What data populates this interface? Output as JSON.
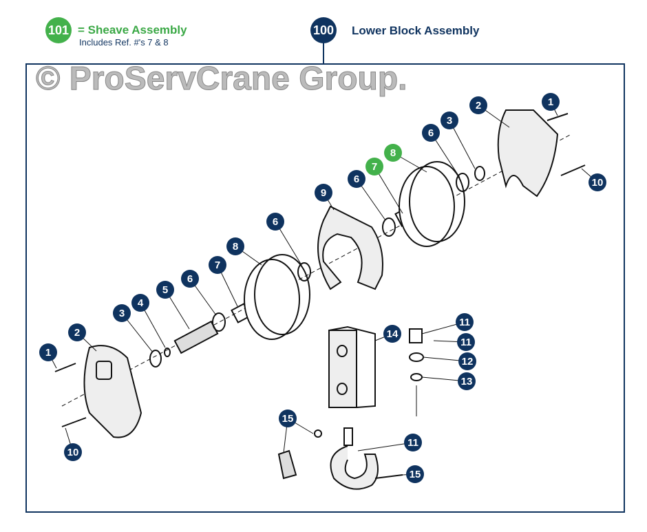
{
  "legend": {
    "sheave_ref": "101",
    "sheave_label": "= Sheave Assembly",
    "sheave_note": "Includes Ref. #'s 7 & 8",
    "assembly_ref": "100",
    "assembly_label": "Lower Block Assembly"
  },
  "watermark": "© ProServCrane Group.",
  "colors": {
    "navy": "#0f335f",
    "green": "#43b14b"
  },
  "callouts": [
    "1",
    "2",
    "3",
    "6",
    "8",
    "7",
    "10",
    "9",
    "6",
    "6",
    "8",
    "7",
    "6",
    "5",
    "4",
    "3",
    "2",
    "1",
    "10",
    "14",
    "11",
    "11",
    "12",
    "13",
    "15",
    "11",
    "15"
  ]
}
